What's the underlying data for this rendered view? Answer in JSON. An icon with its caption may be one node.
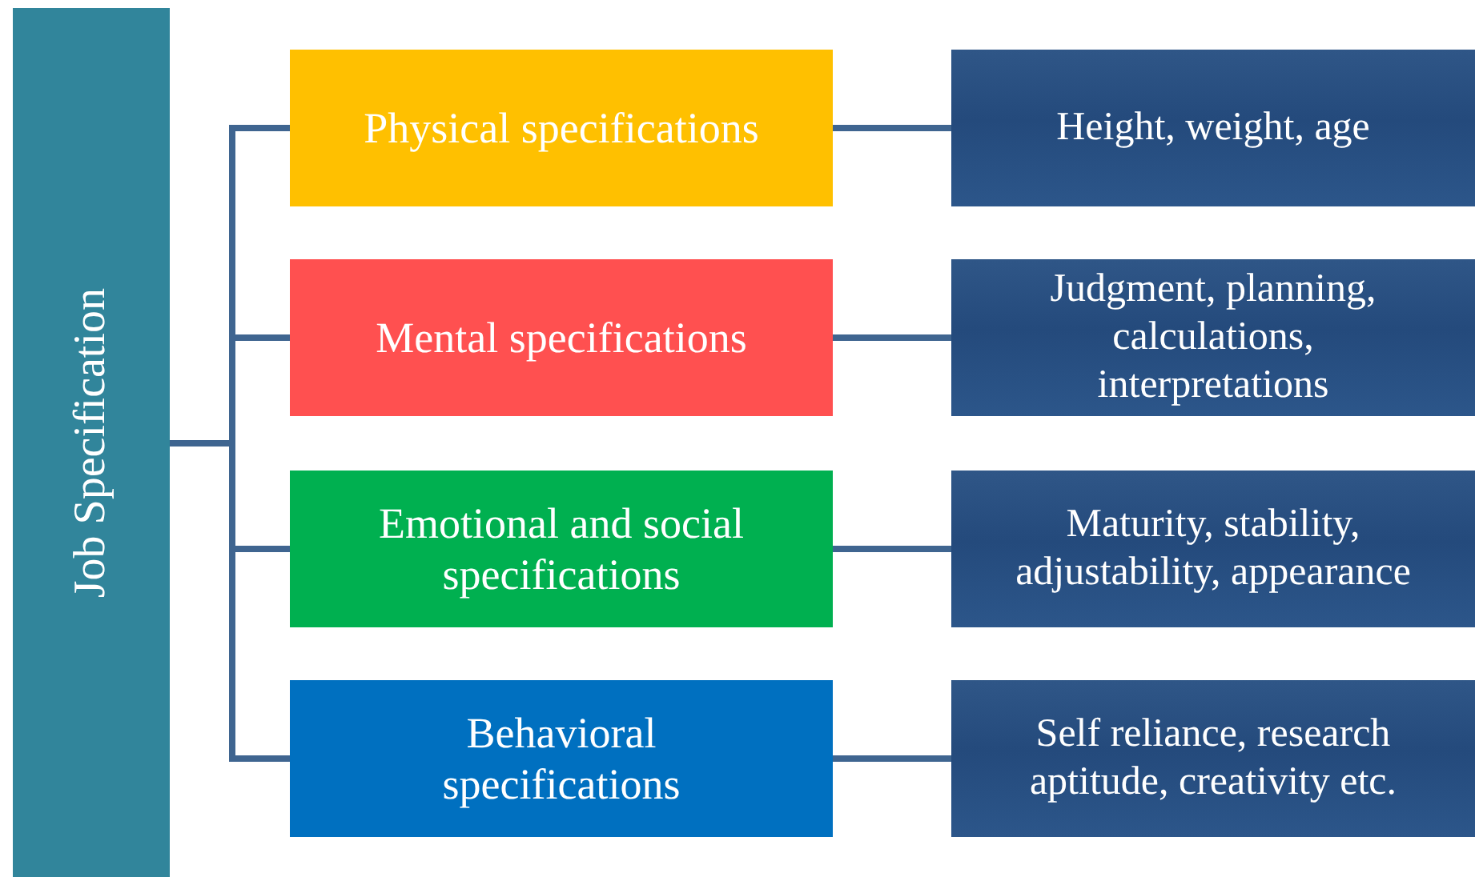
{
  "diagram": {
    "nodes": [
      {
        "text": [
          "Job Specification"
        ]
      },
      {
        "text": [
          "Physical specifications"
        ]
      },
      {
        "text": [
          "Height, weight, age"
        ]
      },
      {
        "text": [
          "Mental specifications"
        ]
      },
      {
        "text": [
          "Judgment, planning, calculations, interpretations"
        ]
      },
      {
        "text": [
          "Emotional and social specifications"
        ]
      },
      {
        "text": [
          "Maturity, stability, adjustability, appearance"
        ]
      },
      {
        "text": [
          "Behavioral specifications"
        ]
      },
      {
        "text": [
          "Self reliance, research aptitude, creativity etc."
        ]
      }
    ],
    "edges": [
      {
        "from": 0,
        "to": 1,
        "arrow": "none"
      },
      {
        "from": 0,
        "to": 3,
        "arrow": "none"
      },
      {
        "from": 0,
        "to": 5,
        "arrow": "none"
      },
      {
        "from": 0,
        "to": 7,
        "arrow": "none"
      },
      {
        "from": 1,
        "to": 2,
        "arrow": "none"
      },
      {
        "from": 3,
        "to": 4,
        "arrow": "none"
      },
      {
        "from": 5,
        "to": 6,
        "arrow": "none"
      },
      {
        "from": 7,
        "to": 8,
        "arrow": "none"
      }
    ]
  }
}
